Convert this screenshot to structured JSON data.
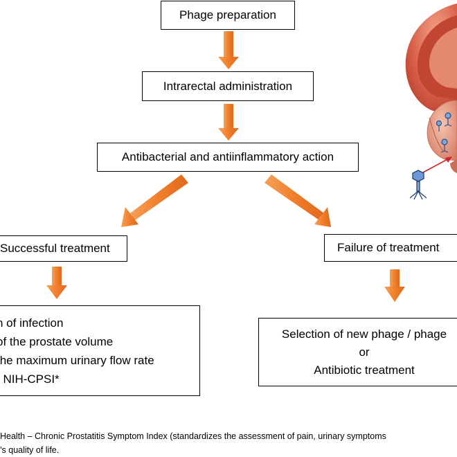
{
  "flow": {
    "step1": "Phage preparation",
    "step2": "Intrarectal administration",
    "step3": "Antibacterial and antiinflammatory action",
    "success": "Successful treatment",
    "failure": "Failure of treatment",
    "outcomes": [
      "n of infection",
      "of the  prostate volume",
      "the maximum urinary flow rate",
      "f NIH-CPSI*"
    ],
    "alternatives": {
      "line1": "Selection of new phage / phage",
      "line2": "or",
      "line3": "Antibiotic treatment"
    }
  },
  "footnote": {
    "line1": "Health – Chronic Prostatitis Symptom Index (standardizes the assessment of pain, urinary symptoms",
    "line2": "’s quality of life."
  },
  "colors": {
    "arrow": "#f07e2b",
    "border": "#000000"
  }
}
